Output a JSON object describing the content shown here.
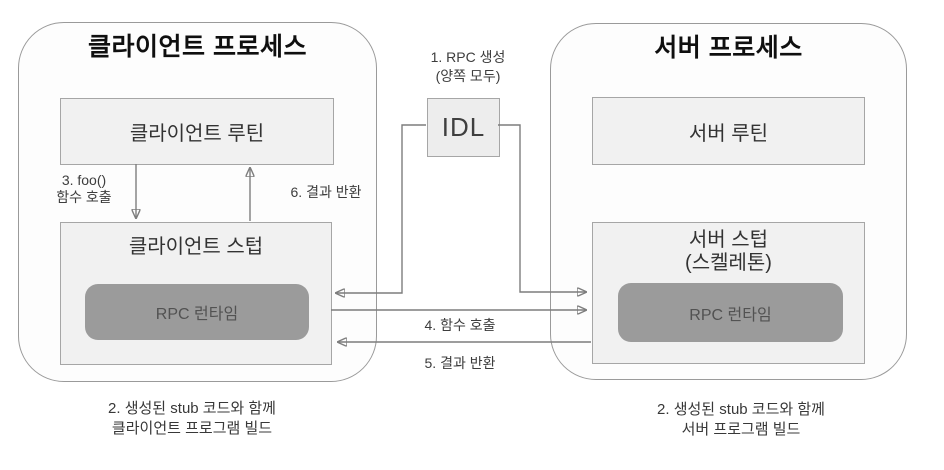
{
  "client": {
    "title": "클라이언트 프로세스",
    "routine_label": "클라이언트 루틴",
    "stub_label": "클라이언트 스텁",
    "runtime_label": "RPC 런타임",
    "caption_line1": "2. 생성된 stub 코드와 함께",
    "caption_line2": "클라이언트 프로그램 빌드"
  },
  "server": {
    "title": "서버 프로세스",
    "routine_label": "서버 루틴",
    "stub_label_line1": "서버 스텁",
    "stub_label_line2": "(스켈레톤)",
    "runtime_label": "RPC 런타임",
    "caption_line1": "2. 생성된 stub 코드와 함께",
    "caption_line2": "서버 프로그램 빌드"
  },
  "idl": {
    "label": "IDL"
  },
  "annotations": {
    "step1_line1": "1. RPC 생성",
    "step1_line2": "(양쪽 모두)",
    "step3_line1": "3. foo()",
    "step3_line2": "함수 호출",
    "step4": "4. 함수 호출",
    "step5": "5. 결과 반환",
    "step6": "6. 결과 반환"
  },
  "colors": {
    "box_fill": "#f1f1f1",
    "runtime_fill": "#9b9b9b",
    "process_border": "#9a9a9a",
    "wire": "#7d7d7d",
    "arrowhead": "#4a4a4a"
  }
}
